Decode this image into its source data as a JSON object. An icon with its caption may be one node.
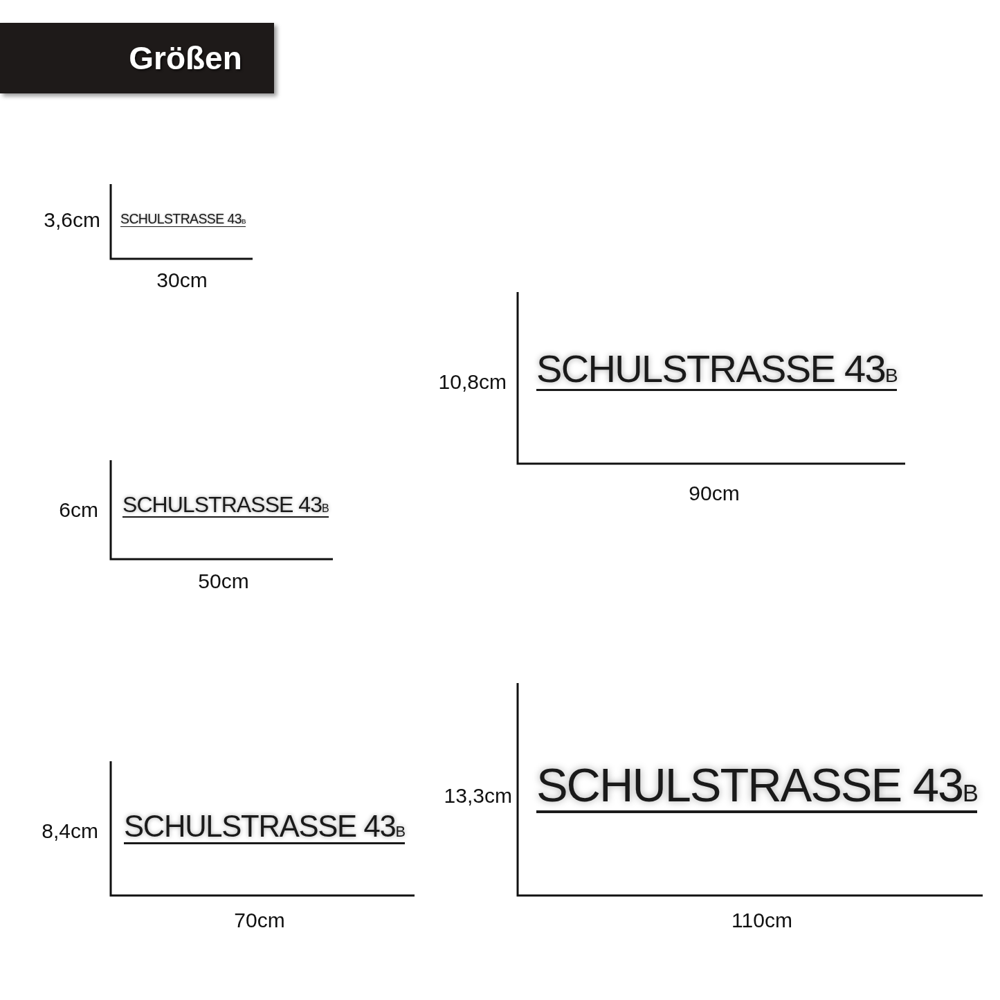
{
  "diagram": {
    "title": "Größen",
    "labels": [
      "3,6cm",
      "SCHULSTRASSE 43$_{B}$",
      "30cm",
      "10,8cm",
      "SCHULSTRASSE 43$_{B}$",
      "90cm",
      "6cm",
      "SCHULSTRASSE 43$_{B}$",
      "50cm",
      "8,4cm",
      "SCHULSTRASSE 43$_{B}$",
      "70cm",
      "13,3cm",
      "SCHULSTRASSE 43$_{B}$",
      "110cm"
    ]
  }
}
